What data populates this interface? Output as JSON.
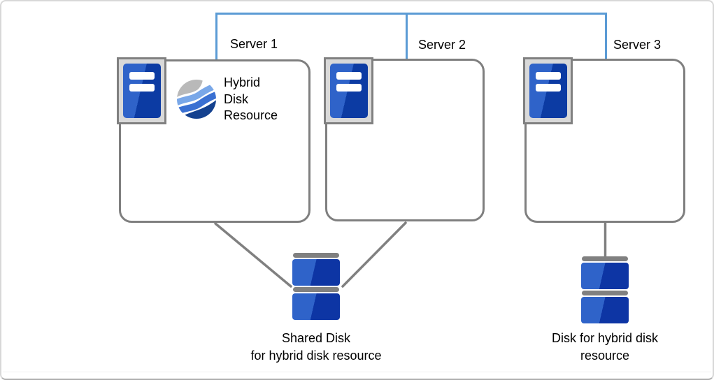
{
  "servers": [
    {
      "label": "Server 1",
      "icon": "server-icon"
    },
    {
      "label": "Server 2",
      "icon": "server-icon"
    },
    {
      "label": "Server 3",
      "icon": "server-icon"
    }
  ],
  "hybrid_disk_resource": {
    "icon": "hybrid-disk-resource-wave-globe-icon",
    "label_lines": [
      "Hybrid",
      "Disk",
      "Resource"
    ]
  },
  "disks": [
    {
      "icon": "shared-disk-icon",
      "label_lines": [
        "Shared Disk",
        "for hybrid disk resource"
      ]
    },
    {
      "icon": "disk-icon",
      "label_lines": [
        "Disk for hybrid disk",
        "resource"
      ]
    }
  ],
  "colors": {
    "interconnect_blue": "#5B9BD5",
    "box_border_gray": "#7F7F7F",
    "connector_gray": "#808080",
    "server_panel_blue_light": "#2F63C9",
    "server_panel_blue_dark": "#0C3BA3",
    "icon_frame_gray": "#D9D9D9",
    "disk_cap_gray": "#808080",
    "wave_gray": "#B9B9B9",
    "wave_light_blue": "#79A7E8",
    "wave_mid_blue": "#3A70D2",
    "wave_navy": "#14418F",
    "text": "#000000",
    "background": "#FFFFFF"
  }
}
